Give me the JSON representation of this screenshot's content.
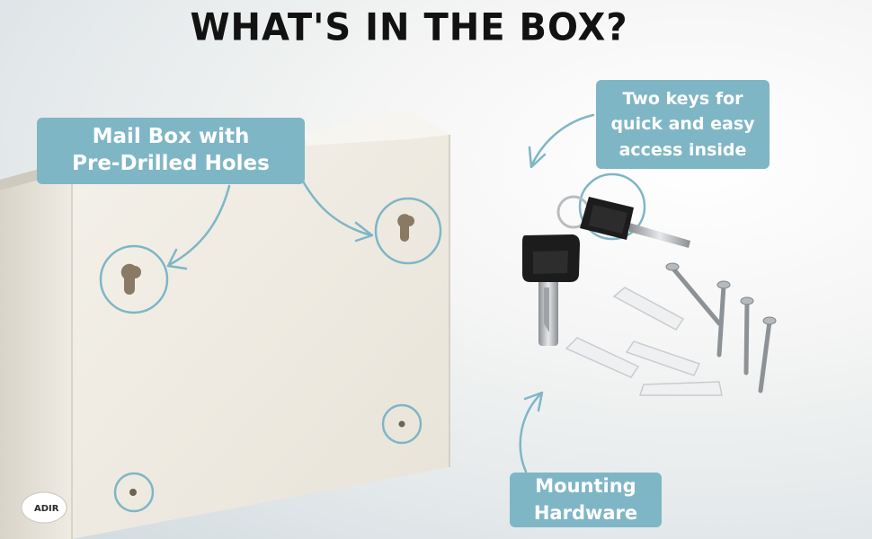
{
  "heading": "WHAT'S IN THE BOX?",
  "callouts": {
    "mailbox": {
      "line1": "Mail Box with",
      "line2": "Pre-Drilled Holes"
    },
    "keys": {
      "line1": "Two keys for",
      "line2": "quick and easy",
      "line3": "access inside"
    },
    "hardware": {
      "line1": "Mounting",
      "line2": "Hardware"
    }
  },
  "logo_text": "ADIR",
  "colors": {
    "accent": "#7fb6c6",
    "box": "#efebe2",
    "text": "#121212"
  }
}
